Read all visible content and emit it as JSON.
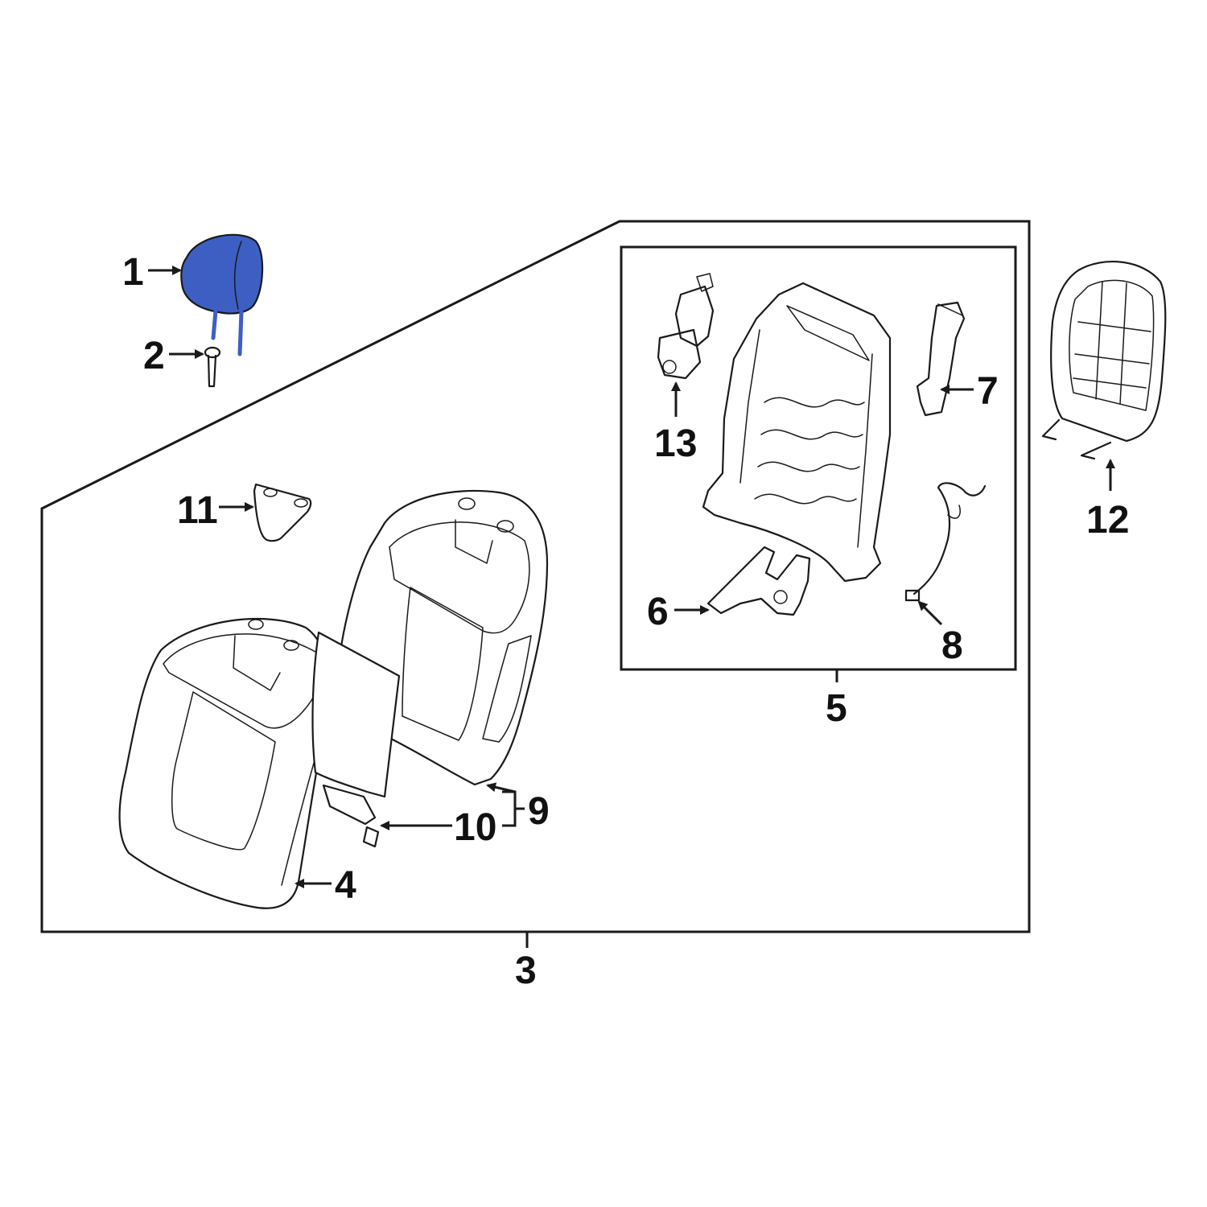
{
  "colors": {
    "highlight": "#3d5fc4",
    "ink": "#1a1a1a",
    "background": "#ffffff"
  },
  "callouts": {
    "c1": "1",
    "c2": "2",
    "c3": "3",
    "c4": "4",
    "c5": "5",
    "c6": "6",
    "c7": "7",
    "c8": "8",
    "c9": "9",
    "c10": "10",
    "c11": "11",
    "c12": "12",
    "c13": "13"
  }
}
